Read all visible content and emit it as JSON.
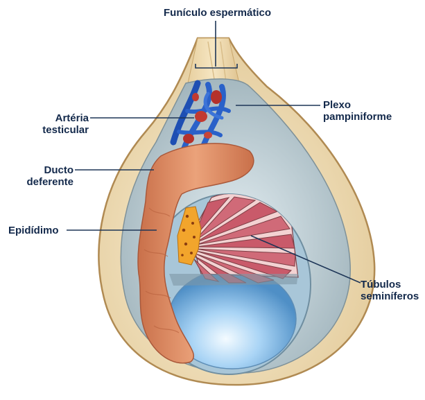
{
  "labels": {
    "spermatic_cord": "Funículo espermático",
    "testicular_artery": [
      "Artéria",
      "testicular"
    ],
    "pampiniform_plexus": [
      "Plexo",
      "pampiniforme"
    ],
    "vas_deferens": [
      "Ducto",
      "deferente"
    ],
    "epididymis": "Epidídimo",
    "seminiferous_tubules": [
      "Túbulos",
      "seminíferos"
    ]
  },
  "colors": {
    "label_text": "#13294b",
    "leader_line": "#1d3557",
    "outer_sac": "#f1e0bb",
    "inner_cavity": "#c7d3d8",
    "epididymis": "#d98a62",
    "tubules": "#c95a6a",
    "testis_fluid": "#7fb6e6",
    "vein": "#2a61c9",
    "artery": "#b5312b",
    "rete": "#f2a52c"
  }
}
